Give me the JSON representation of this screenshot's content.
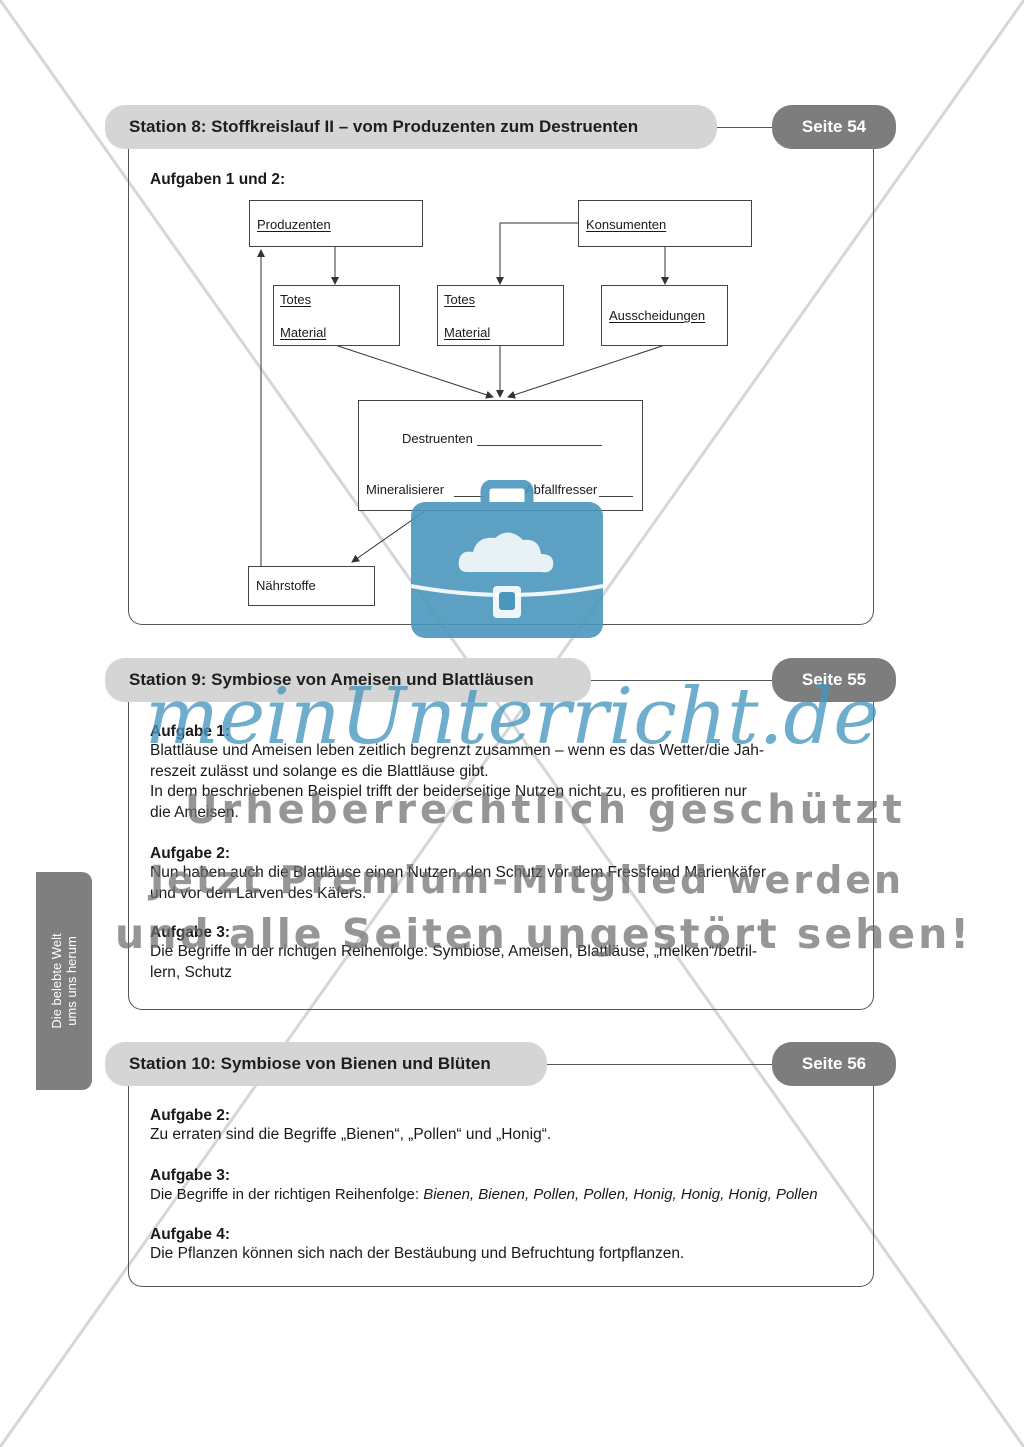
{
  "sidebar": {
    "line1": "Die belebte Welt",
    "line2": "ums uns herum"
  },
  "station8": {
    "title": "Station 8: Stoffkreislauf II – vom Produzenten zum Destruenten",
    "page": "Seite 54",
    "task_label": "Aufgaben 1 und 2:",
    "diagram": {
      "produzenten": "Produzenten",
      "konsumenten": "Konsumenten",
      "totes1_a": "Totes",
      "totes1_b": "Material",
      "totes2_a": "Totes",
      "totes2_b": "Material",
      "ausscheidungen": "Ausscheidungen",
      "destruenten": "Destruenten",
      "mineralisierer": "Mineralisierer",
      "abfallfresser": "Abfallfresser",
      "naehrstoffe": "Nährstoffe"
    }
  },
  "station9": {
    "title": "Station 9: Symbiose von Ameisen und Blattläusen",
    "page": "Seite 55",
    "tasks": [
      {
        "label": "Aufgabe 1:",
        "lines": [
          "Blattläuse und Ameisen leben zeitlich begrenzt zusammen – wenn es das Wetter/die Jah-",
          "reszeit zulässt und solange es die Blattläuse gibt.",
          "In dem beschriebenen Beispiel trifft der beiderseitige Nutzen nicht zu, es profitieren nur",
          "die Ameisen."
        ]
      },
      {
        "label": "Aufgabe 2:",
        "lines": [
          "Nun haben auch die Blattläuse einen Nutzen, den Schutz vor dem Fressfeind Marienkäfer",
          "und vor den Larven des Käfers."
        ]
      },
      {
        "label": "Aufgabe 3:",
        "lines": [
          "Die Begriffe in der richtigen Reihenfolge: Symbiose, Ameisen, Blattläuse, „melken“/betril-",
          "lern, Schutz"
        ]
      }
    ]
  },
  "station10": {
    "title": "Station 10: Symbiose von Bienen und Blüten",
    "page": "Seite 56",
    "tasks": [
      {
        "label": "Aufgabe 2:",
        "text": "Zu erraten sind die Begriffe „Bienen“, „Pollen“ und „Honig“."
      },
      {
        "label": "Aufgabe 3:",
        "text": "Die Begriffe in der richtigen Reihenfolge: ",
        "italic": "Bienen, Bienen, Pollen, Pollen, Honig, Honig, Honig, Pollen"
      },
      {
        "label": "Aufgabe 4:",
        "text": "Die Pflanzen können sich nach der Bestäubung und Befruchtung fortpflanzen."
      }
    ]
  },
  "watermark": {
    "brand": "meinUnterricht.de",
    "line1": "Urheberrechtlich geschützt",
    "line2": "Jetzt Premium-Mitglied werden",
    "line3": "und alle Seiten ungestört sehen!"
  }
}
